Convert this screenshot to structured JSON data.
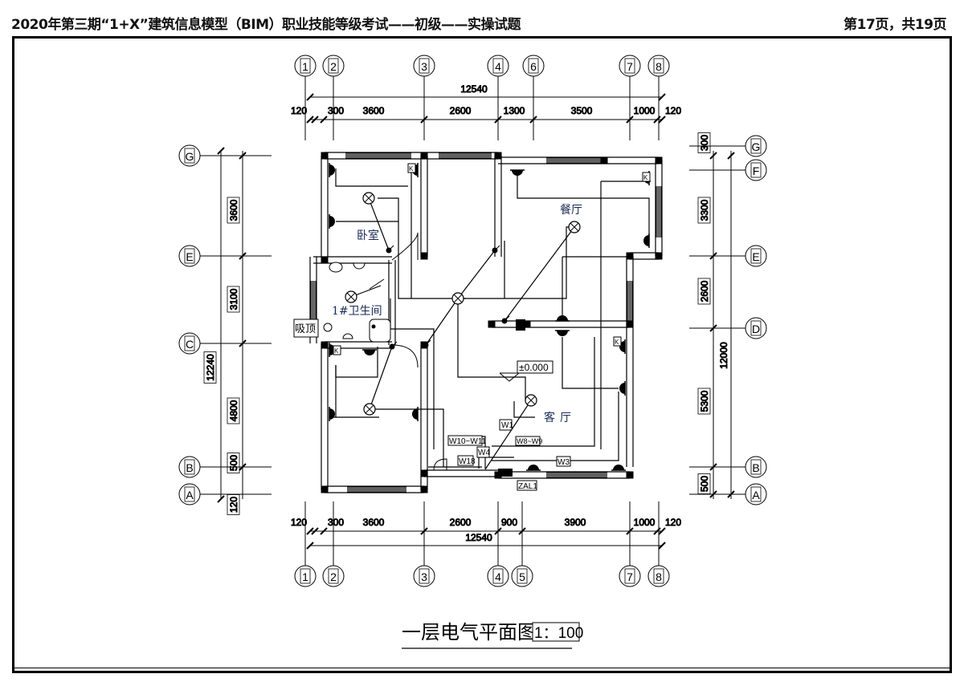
{
  "header": {
    "title": "2020年第三期“1+X”建筑信息模型（BIM）职业技能等级考试——初级——实操试题",
    "page": "第17页，共19页"
  },
  "drawing": {
    "title": "一层电气平面图",
    "scale": "1：100",
    "elevation": "±0.000",
    "top_axes": [
      "1",
      "2",
      "3",
      "4",
      "6",
      "7",
      "8"
    ],
    "bottom_axes": [
      "1",
      "2",
      "3",
      "4",
      "5",
      "7",
      "8"
    ],
    "left_axes": [
      "G",
      "E",
      "C",
      "B",
      "A"
    ],
    "right_axes": [
      "G",
      "F",
      "E",
      "D",
      "B",
      "A"
    ],
    "top_dims": {
      "total": "12540",
      "segments": [
        "120",
        "300",
        "3600",
        "2600",
        "1300",
        "3500",
        "1000",
        "120"
      ]
    },
    "bottom_dims": {
      "total": "12540",
      "segments": [
        "120",
        "300",
        "3600",
        "2600",
        "900",
        "3900",
        "1000",
        "120"
      ]
    },
    "left_dims": {
      "total": "12240",
      "segments": [
        "3600",
        "3100",
        "4800",
        "500",
        "120"
      ]
    },
    "right_dims": {
      "total": "12000",
      "segments": [
        "300",
        "3300",
        "2600",
        "5300",
        "500"
      ]
    },
    "rooms": {
      "bedroom": "卧室",
      "dining": "餐厅",
      "bathroom": "1#卫生间",
      "living": "客厅"
    },
    "labels": {
      "ceiling": "吸顶",
      "switch_k": "K",
      "panel": "ZAL1",
      "circuits": [
        "W1",
        "W10~W11",
        "W8~W9",
        "W4",
        "W18",
        "W3"
      ]
    }
  }
}
